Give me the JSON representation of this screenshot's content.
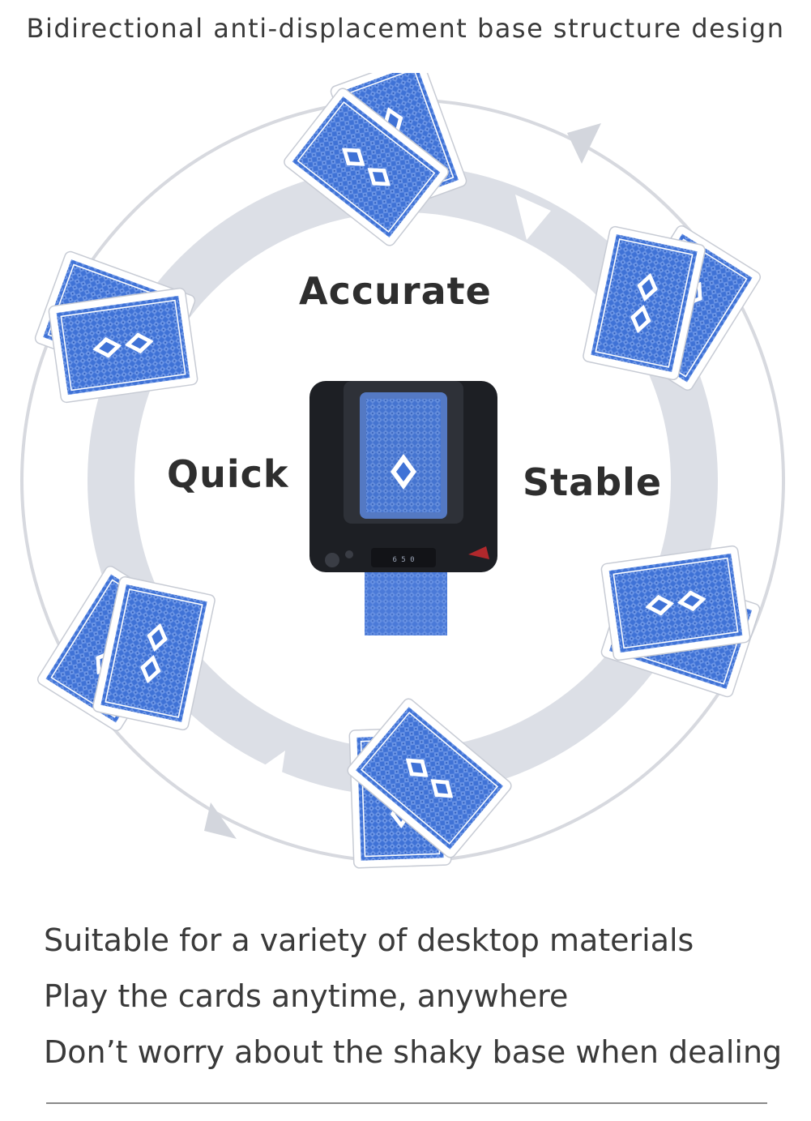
{
  "headline": "Bidirectional anti-displacement base structure design",
  "labels": {
    "accurate": "Accurate",
    "quick": "Quick",
    "stable": "Stable"
  },
  "device": {
    "display_readout": "6  5  0"
  },
  "description_lines": [
    "Suitable for a variety of desktop materials",
    "Play the cards anytime, anywhere",
    "Don’t worry about the shaky base when dealing"
  ],
  "colors": {
    "card_blue": "#3f72d6",
    "card_border": "#ffffff",
    "ring_gray": "#d9dce3",
    "device_black": "#1d1f24",
    "text": "#3a3a3a"
  }
}
